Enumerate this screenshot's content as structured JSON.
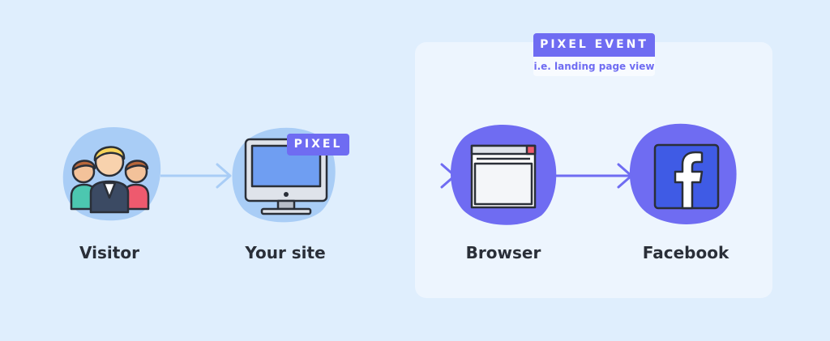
{
  "nodes": [
    {
      "label": "Visitor"
    },
    {
      "label": "Your site"
    },
    {
      "label": "Browser"
    },
    {
      "label": "Facebook"
    }
  ],
  "badges": {
    "pixel": "PIXEL",
    "pixel_event": "PIXEL EVENT",
    "pixel_event_note": "i.e. landing page view"
  },
  "icons": [
    "people-icon",
    "monitor-icon",
    "browser-window-icon",
    "facebook-logo-icon"
  ],
  "colors": {
    "background": "#dfeefd",
    "panel": "#edf5fe",
    "accent": "#6f6cf2",
    "light_blob": "#a9cdf6",
    "facebook": "#3f5be5"
  }
}
